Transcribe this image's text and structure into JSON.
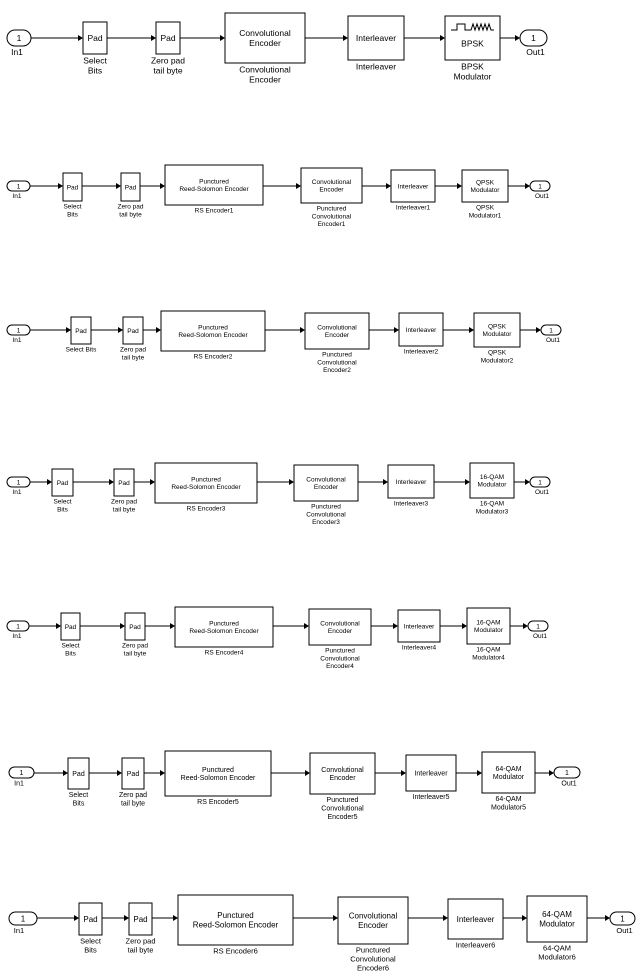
{
  "rows": [
    {
      "blocks": [
        {
          "kind": "port",
          "text": [
            "1"
          ],
          "label": [
            "In1"
          ]
        },
        {
          "kind": "block",
          "text": [
            "Pad"
          ],
          "label": [
            "Select",
            "Bits"
          ]
        },
        {
          "kind": "block",
          "text": [
            "Pad"
          ],
          "label": [
            "Zero pad",
            "tail byte"
          ]
        },
        {
          "kind": "block",
          "text": [
            "Convolutional",
            "Encoder"
          ],
          "label": [
            "Convolutional",
            "Encoder"
          ]
        },
        {
          "kind": "block",
          "text": [
            "Interleaver"
          ],
          "label": [
            "Interleaver"
          ]
        },
        {
          "kind": "bpsk",
          "text": [
            "BPSK"
          ],
          "label": [
            "BPSK",
            "Modulator"
          ]
        },
        {
          "kind": "port",
          "text": [
            "1"
          ],
          "label": [
            "Out1"
          ]
        }
      ]
    },
    {
      "blocks": [
        {
          "kind": "port",
          "text": [
            "1"
          ],
          "label": [
            "In1"
          ]
        },
        {
          "kind": "block",
          "text": [
            "Pad"
          ],
          "label": [
            "Select",
            "Bits"
          ]
        },
        {
          "kind": "block",
          "text": [
            "Pad"
          ],
          "label": [
            "Zero pad",
            "tail byte"
          ]
        },
        {
          "kind": "block",
          "text": [
            "Punctured",
            "Reed-Solomon Encoder"
          ],
          "label": [
            "RS Encoder1"
          ]
        },
        {
          "kind": "block",
          "text": [
            "Convolutional",
            "Encoder"
          ],
          "label": [
            "Punctured",
            "Convolutional",
            "Encoder1"
          ]
        },
        {
          "kind": "block",
          "text": [
            "Interleaver"
          ],
          "label": [
            "Interleaver1"
          ]
        },
        {
          "kind": "block",
          "text": [
            "QPSK",
            "Modulator"
          ],
          "label": [
            "QPSK",
            "Modulator1"
          ]
        },
        {
          "kind": "port",
          "text": [
            "1"
          ],
          "label": [
            "Out1"
          ]
        }
      ]
    },
    {
      "blocks": [
        {
          "kind": "port",
          "text": [
            "1"
          ],
          "label": [
            "In1"
          ]
        },
        {
          "kind": "block",
          "text": [
            "Pad"
          ],
          "label": [
            "Select Bits"
          ]
        },
        {
          "kind": "block",
          "text": [
            "Pad"
          ],
          "label": [
            "Zero pad",
            "tail byte"
          ]
        },
        {
          "kind": "block",
          "text": [
            "Punctured",
            "Reed-Solomon Encoder"
          ],
          "label": [
            "RS Encoder2"
          ]
        },
        {
          "kind": "block",
          "text": [
            "Convolutional",
            "Encoder"
          ],
          "label": [
            "Punctured",
            "Convolutional",
            "Encoder2"
          ]
        },
        {
          "kind": "block",
          "text": [
            "Interleaver"
          ],
          "label": [
            "Interleaver2"
          ]
        },
        {
          "kind": "block",
          "text": [
            "QPSK",
            "Modulator"
          ],
          "label": [
            "QPSK",
            "Modulator2"
          ]
        },
        {
          "kind": "port",
          "text": [
            "1"
          ],
          "label": [
            "Out1"
          ]
        }
      ]
    },
    {
      "blocks": [
        {
          "kind": "port",
          "text": [
            "1"
          ],
          "label": [
            "In1"
          ]
        },
        {
          "kind": "block",
          "text": [
            "Pad"
          ],
          "label": [
            "Select",
            "Bits"
          ]
        },
        {
          "kind": "block",
          "text": [
            "Pad"
          ],
          "label": [
            "Zero pad",
            "tail byte"
          ]
        },
        {
          "kind": "block",
          "text": [
            "Punctured",
            "Reed-Solomon Encoder"
          ],
          "label": [
            "RS Encoder3"
          ]
        },
        {
          "kind": "block",
          "text": [
            "Convolutional",
            "Encoder"
          ],
          "label": [
            "Punctured",
            "Convolutional",
            "Encoder3"
          ]
        },
        {
          "kind": "block",
          "text": [
            "Interleaver"
          ],
          "label": [
            "Interleaver3"
          ]
        },
        {
          "kind": "block",
          "text": [
            "16-QAM",
            "Modulator"
          ],
          "label": [
            "16-QAM",
            "Modulator3"
          ]
        },
        {
          "kind": "port",
          "text": [
            "1"
          ],
          "label": [
            "Out1"
          ]
        }
      ]
    },
    {
      "blocks": [
        {
          "kind": "port",
          "text": [
            "1"
          ],
          "label": [
            "In1"
          ]
        },
        {
          "kind": "block",
          "text": [
            "Pad"
          ],
          "label": [
            "Select",
            "Bits"
          ]
        },
        {
          "kind": "block",
          "text": [
            "Pad"
          ],
          "label": [
            "Zero pad",
            "tail byte"
          ]
        },
        {
          "kind": "block",
          "text": [
            "Punctured",
            "Reed-Solomon Encoder"
          ],
          "label": [
            "RS Encoder4"
          ]
        },
        {
          "kind": "block",
          "text": [
            "Convolutional",
            "Encoder"
          ],
          "label": [
            "Punctured",
            "Convolutional",
            "Encoder4"
          ]
        },
        {
          "kind": "block",
          "text": [
            "Interleaver"
          ],
          "label": [
            "Interleaver4"
          ]
        },
        {
          "kind": "block",
          "text": [
            "16-QAM",
            "Modulator"
          ],
          "label": [
            "16-QAM",
            "Modulator4"
          ]
        },
        {
          "kind": "port",
          "text": [
            "1"
          ],
          "label": [
            "Out1"
          ]
        }
      ]
    },
    {
      "blocks": [
        {
          "kind": "port",
          "text": [
            "1"
          ],
          "label": [
            "In1"
          ]
        },
        {
          "kind": "block",
          "text": [
            "Pad"
          ],
          "label": [
            "Select",
            "Bits"
          ]
        },
        {
          "kind": "block",
          "text": [
            "Pad"
          ],
          "label": [
            "Zero pad",
            "tail byte"
          ]
        },
        {
          "kind": "block",
          "text": [
            "Punctured",
            "Reed-Solomon Encoder"
          ],
          "label": [
            "RS Encoder5"
          ]
        },
        {
          "kind": "block",
          "text": [
            "Convolutional",
            "Encoder"
          ],
          "label": [
            "Punctured",
            "Convolutional",
            "Encoder5"
          ]
        },
        {
          "kind": "block",
          "text": [
            "Interleaver"
          ],
          "label": [
            "Interleaver5"
          ]
        },
        {
          "kind": "block",
          "text": [
            "64-QAM",
            "Modulator"
          ],
          "label": [
            "64-QAM",
            "Modulator5"
          ]
        },
        {
          "kind": "port",
          "text": [
            "1"
          ],
          "label": [
            "Out1"
          ]
        }
      ]
    },
    {
      "blocks": [
        {
          "kind": "port",
          "text": [
            "1"
          ],
          "label": [
            "In1"
          ]
        },
        {
          "kind": "block",
          "text": [
            "Pad"
          ],
          "label": [
            "Select",
            "Bits"
          ]
        },
        {
          "kind": "block",
          "text": [
            "Pad"
          ],
          "label": [
            "Zero pad",
            "tail byte"
          ]
        },
        {
          "kind": "block",
          "text": [
            "Punctured",
            "Reed-Solomon Encoder"
          ],
          "label": [
            "RS Encoder6"
          ]
        },
        {
          "kind": "block",
          "text": [
            "Convolutional",
            "Encoder"
          ],
          "label": [
            "Punctured",
            "Convolutional",
            "Encoder6"
          ]
        },
        {
          "kind": "block",
          "text": [
            "Interleaver"
          ],
          "label": [
            "Interleaver6"
          ]
        },
        {
          "kind": "block",
          "text": [
            "64-QAM",
            "Modulator"
          ],
          "label": [
            "64-QAM",
            "Modulator6"
          ]
        },
        {
          "kind": "port",
          "text": [
            "1"
          ],
          "label": [
            "Out1"
          ]
        }
      ]
    }
  ]
}
